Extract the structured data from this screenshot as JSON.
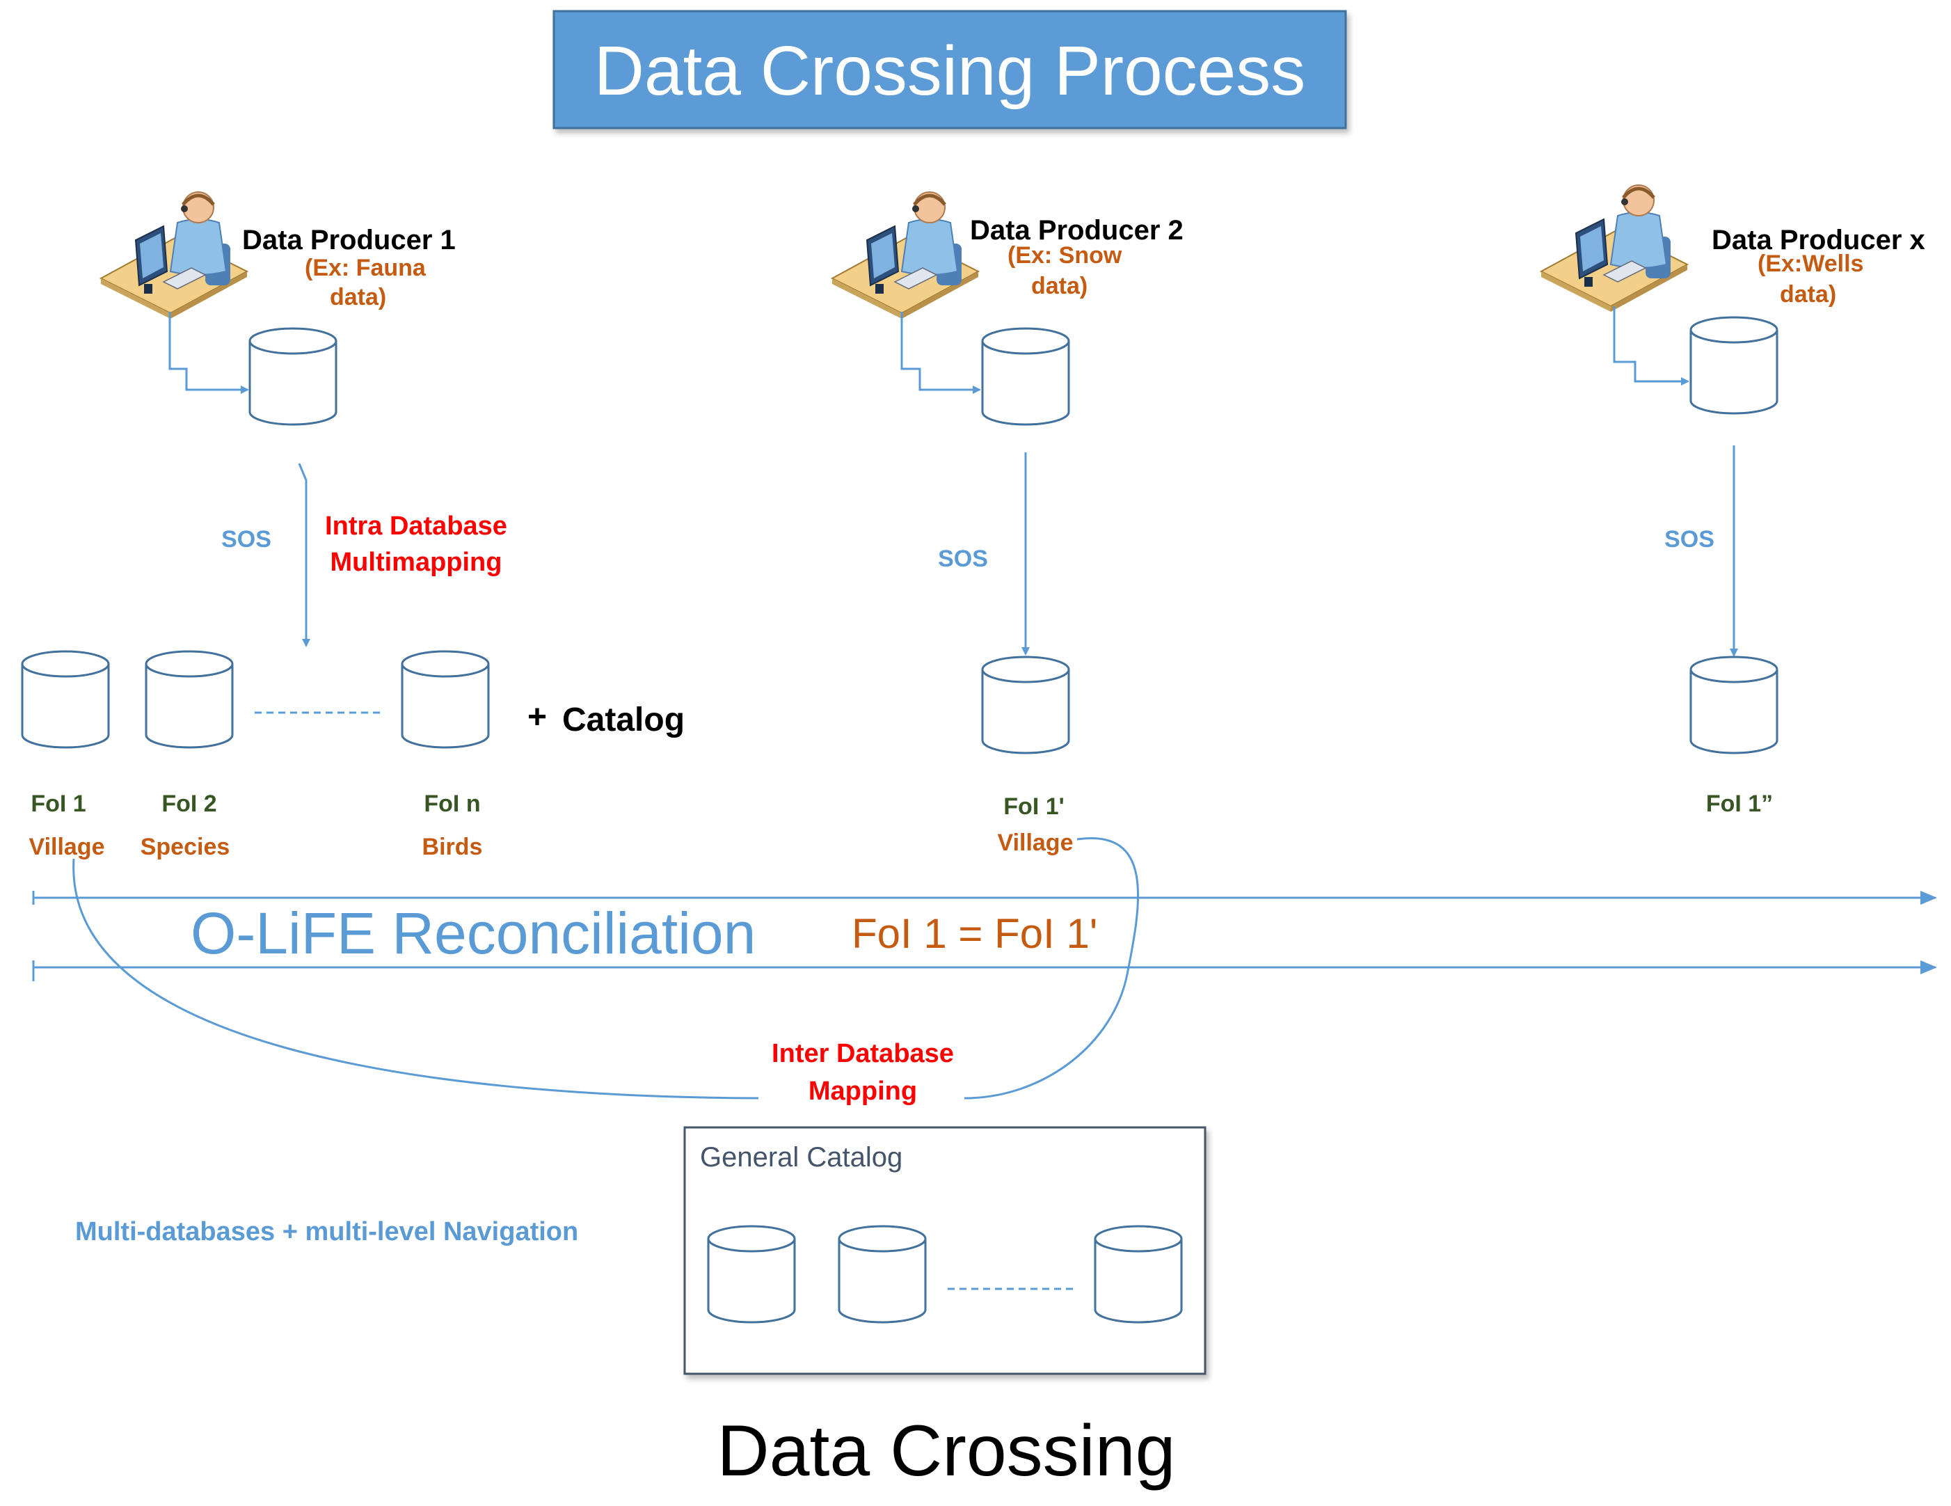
{
  "title": "Data Crossing Process",
  "producers": [
    {
      "name": "Data Producer 1",
      "example_line1": "(Ex: Fauna",
      "example_line2": "data)",
      "link_label": "SOS",
      "mapping_line1": "Intra Database",
      "mapping_line2": "Multimapping"
    },
    {
      "name": "Data Producer 2",
      "example_line1": "(Ex: Snow",
      "example_line2": "data)",
      "link_label": "SOS"
    },
    {
      "name": "Data Producer x",
      "example_line1": "(Ex:Wells",
      "example_line2": "data)",
      "link_label": "SOS"
    }
  ],
  "fois": [
    {
      "label": "FoI 1",
      "sub": "Village"
    },
    {
      "label": "FoI 2",
      "sub": "Species"
    },
    {
      "label": "FoI n",
      "sub": "Birds"
    },
    {
      "label": "FoI 1'",
      "sub": "Village"
    },
    {
      "label": "FoI 1”",
      "sub": ""
    }
  ],
  "catalog_plus": "+",
  "catalog_label": "Catalog",
  "reconciliation": {
    "label": "O-LiFE Reconciliation",
    "equation": "FoI 1 = FoI 1'"
  },
  "inter_mapping": {
    "line1": "Inter Database",
    "line2": "Mapping"
  },
  "general_catalog": "General Catalog",
  "multi_navigation": "Multi-databases + multi-level Navigation",
  "footer": "Data Crossing",
  "colors": {
    "title_bg": "#5b9bd5",
    "line_blue": "#5b9bd5",
    "label_orange": "#c55a11",
    "mapping_red": "#ff0000",
    "foi_green": "#375623",
    "box_border": "#44546a"
  },
  "icons": [
    "operator-workstation-icon",
    "database-icon",
    "arrow-icon"
  ]
}
